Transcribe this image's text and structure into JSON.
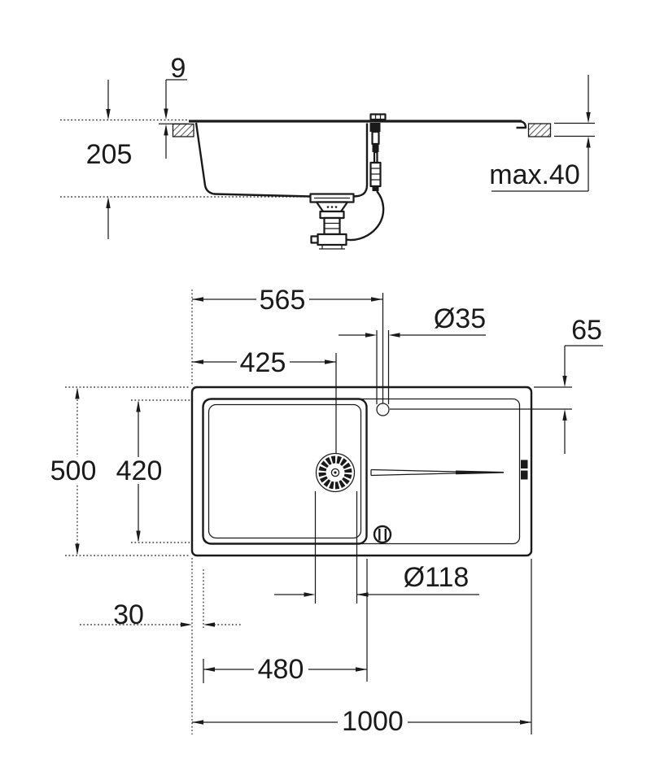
{
  "figure": {
    "kind": "technical-drawing",
    "subject": "Kitchen sink installation drawing (side section and plan view)",
    "background_color": "#ffffff",
    "line_color": "#1a1a1a"
  },
  "side_view": {
    "labels": {
      "rim_height": "9",
      "bowl_depth": "205",
      "countertop_thickness": "max.40"
    }
  },
  "plan_view": {
    "labels": {
      "tap_center_from_left": "565",
      "tap_hole_diameter": "Ø35",
      "drain_center_from_left": "425",
      "tap_center_from_top_edge": "65",
      "overall_width": "500",
      "bowl_inner_width": "420",
      "strainer_diameter": "Ø118",
      "bowl_offset_from_left": "30",
      "bowl_inner_length": "480",
      "overall_length": "1000"
    }
  }
}
